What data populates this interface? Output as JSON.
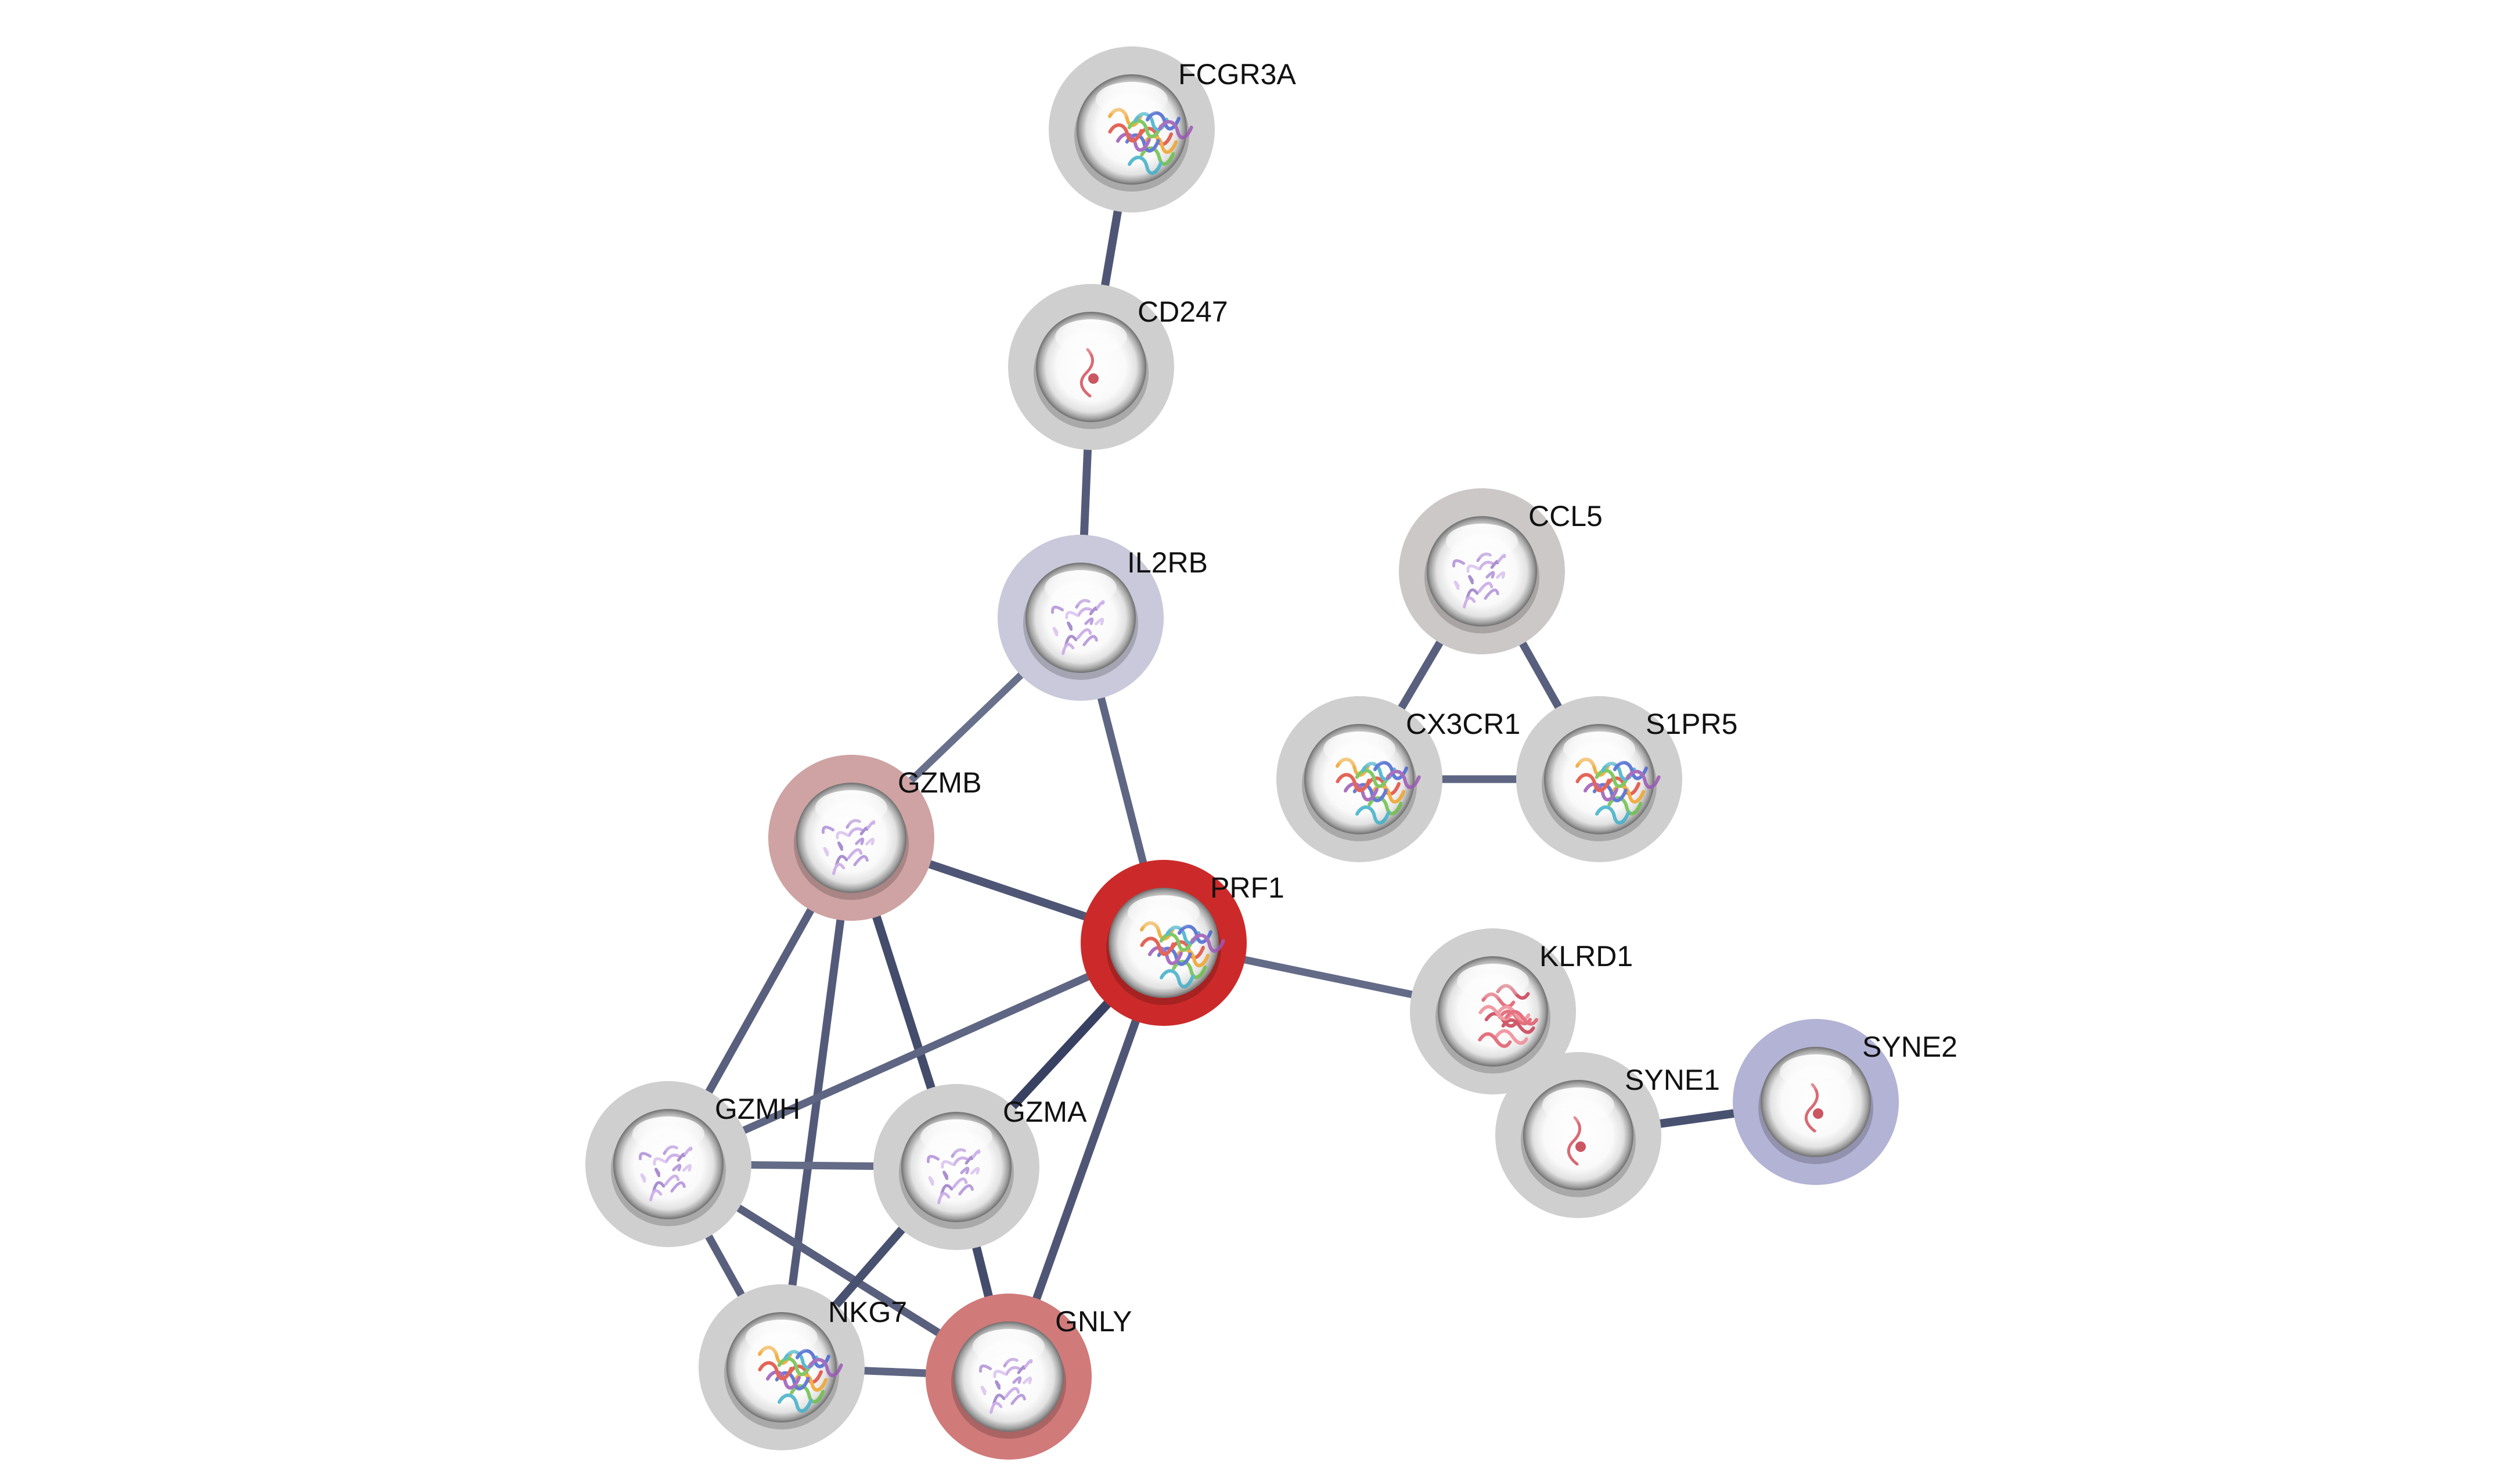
{
  "network": {
    "nodes": [
      {
        "id": "FCGR3A",
        "label": "FCGR3A",
        "halo": "#cfcfcf",
        "structure": "multicolor"
      },
      {
        "id": "CD247",
        "label": "CD247",
        "halo": "#cfcfcf",
        "structure": "sparse-red"
      },
      {
        "id": "IL2RB",
        "label": "IL2RB",
        "halo": "#c9c9db",
        "structure": "lilac"
      },
      {
        "id": "CCL5",
        "label": "CCL5",
        "halo": "#cdc8c8",
        "structure": "lilac"
      },
      {
        "id": "CX3CR1",
        "label": "CX3CR1",
        "halo": "#cfcfcf",
        "structure": "multicolor"
      },
      {
        "id": "S1PR5",
        "label": "S1PR5",
        "halo": "#cfcfcf",
        "structure": "multicolor"
      },
      {
        "id": "GZMB",
        "label": "GZMB",
        "halo": "#cfa3a3",
        "structure": "lilac"
      },
      {
        "id": "PRF1",
        "label": "PRF1",
        "halo": "#cc2a2a",
        "structure": "multicolor"
      },
      {
        "id": "KLRD1",
        "label": "KLRD1",
        "halo": "#cfcfcf",
        "structure": "red"
      },
      {
        "id": "SYNE1",
        "label": "SYNE1",
        "halo": "#cfcfcf",
        "structure": "sparse-red"
      },
      {
        "id": "SYNE2",
        "label": "SYNE2",
        "halo": "#b3b3d6",
        "structure": "sparse-red"
      },
      {
        "id": "GZMH",
        "label": "GZMH",
        "halo": "#cfcfcf",
        "structure": "lilac"
      },
      {
        "id": "GZMA",
        "label": "GZMA",
        "halo": "#cfcfcf",
        "structure": "lilac"
      },
      {
        "id": "NKG7",
        "label": "NKG7",
        "halo": "#cfcfcf",
        "structure": "multicolor"
      },
      {
        "id": "GNLY",
        "label": "GNLY",
        "halo": "#d07a7a",
        "structure": "lilac"
      }
    ],
    "edges": [
      {
        "source": "FCGR3A",
        "target": "CD247",
        "weight": 0.75
      },
      {
        "source": "CD247",
        "target": "IL2RB",
        "weight": 0.7
      },
      {
        "source": "IL2RB",
        "target": "GZMB",
        "weight": 0.5
      },
      {
        "source": "IL2RB",
        "target": "PRF1",
        "weight": 0.6
      },
      {
        "source": "CCL5",
        "target": "CX3CR1",
        "weight": 0.65
      },
      {
        "source": "CCL5",
        "target": "S1PR5",
        "weight": 0.65
      },
      {
        "source": "CX3CR1",
        "target": "S1PR5",
        "weight": 0.6
      },
      {
        "source": "GZMB",
        "target": "PRF1",
        "weight": 0.75
      },
      {
        "source": "GZMB",
        "target": "GZMH",
        "weight": 0.65
      },
      {
        "source": "GZMB",
        "target": "GZMA",
        "weight": 0.85
      },
      {
        "source": "GZMB",
        "target": "NKG7",
        "weight": 0.7
      },
      {
        "source": "PRF1",
        "target": "KLRD1",
        "weight": 0.55
      },
      {
        "source": "PRF1",
        "target": "GZMH",
        "weight": 0.6
      },
      {
        "source": "PRF1",
        "target": "GZMA",
        "weight": 0.95
      },
      {
        "source": "PRF1",
        "target": "GNLY",
        "weight": 0.75
      },
      {
        "source": "GZMH",
        "target": "GZMA",
        "weight": 0.55
      },
      {
        "source": "GZMH",
        "target": "NKG7",
        "weight": 0.65
      },
      {
        "source": "GZMH",
        "target": "GNLY",
        "weight": 0.65
      },
      {
        "source": "GZMA",
        "target": "NKG7",
        "weight": 0.8
      },
      {
        "source": "GZMA",
        "target": "GNLY",
        "weight": 0.85
      },
      {
        "source": "NKG7",
        "target": "GNLY",
        "weight": 0.6
      },
      {
        "source": "SYNE1",
        "target": "SYNE2",
        "weight": 0.8
      }
    ]
  }
}
